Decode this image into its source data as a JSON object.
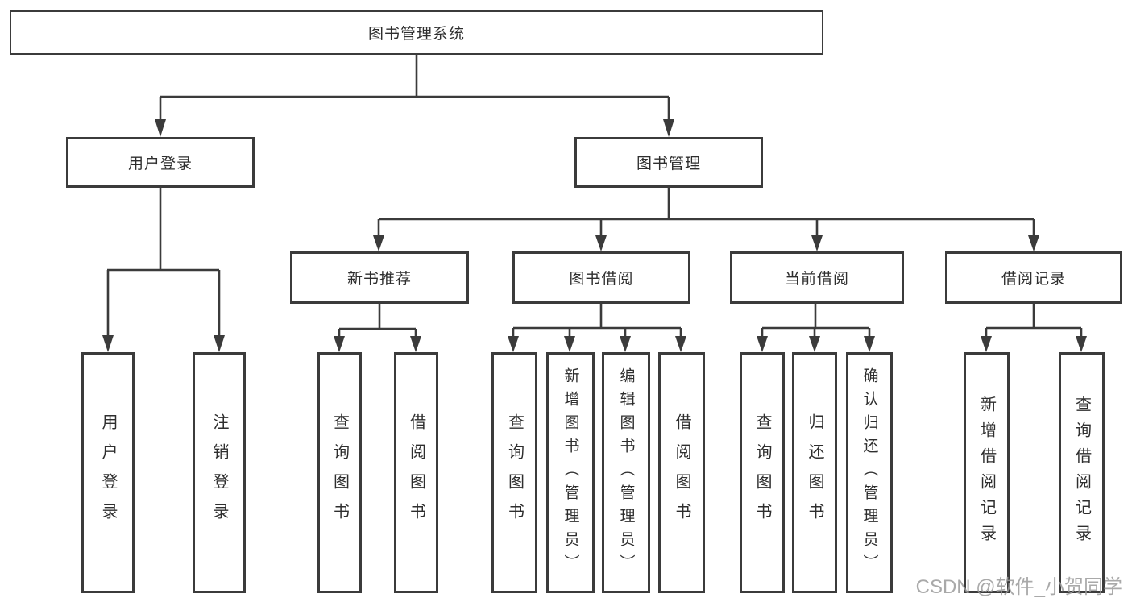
{
  "colors": {
    "line": "#3b3b3b",
    "border": "#3b3b3b",
    "text": "#2e2e2e",
    "watermark": "#9b9b9b",
    "background": "#ffffff"
  },
  "watermark": {
    "text": "CSDN @软件_小贺同学"
  },
  "diagram": {
    "type": "tree",
    "root": {
      "label": "图书管理系统",
      "children": [
        {
          "label": "用户登录",
          "children": [
            {
              "label": "用户登录"
            },
            {
              "label": "注销登录"
            }
          ]
        },
        {
          "label": "图书管理",
          "children": [
            {
              "label": "新书推荐",
              "children": [
                {
                  "label": "查询图书"
                },
                {
                  "label": "借阅图书"
                }
              ]
            },
            {
              "label": "图书借阅",
              "children": [
                {
                  "label": "查询图书"
                },
                {
                  "label": "新增图书（管理员）"
                },
                {
                  "label": "编辑图书（管理员）"
                },
                {
                  "label": "借阅图书"
                }
              ]
            },
            {
              "label": "当前借阅",
              "children": [
                {
                  "label": "查询图书"
                },
                {
                  "label": "归还图书"
                },
                {
                  "label": "确认归还（管理员）"
                }
              ]
            },
            {
              "label": "借阅记录",
              "children": [
                {
                  "label": "新增借阅记录"
                },
                {
                  "label": "查询借阅记录"
                }
              ]
            }
          ]
        }
      ]
    }
  }
}
